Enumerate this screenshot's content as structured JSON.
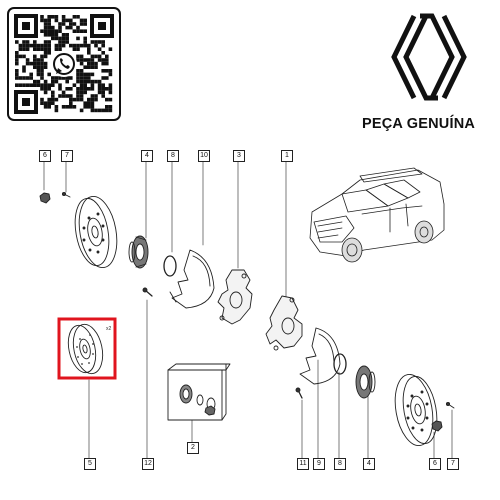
{
  "brand": {
    "tagline": "PEÇA GENUÍNA",
    "logo_icon": "renault-diamond-icon",
    "qr_icon": "whatsapp-qr-code-icon"
  },
  "callouts": {
    "c6_top": "6",
    "c7_top": "7",
    "c4_top": "4",
    "c8_top": "8",
    "c10_top": "10",
    "c3_top": "3",
    "c1_top": "1",
    "c5": "5",
    "c12": "12",
    "c2": "2",
    "c11": "11",
    "c9": "9",
    "c8_bottom": "8",
    "c4_bottom": "4",
    "c6_bottom": "6",
    "c7_bottom": "7"
  },
  "highlight_color": "#e0141e"
}
